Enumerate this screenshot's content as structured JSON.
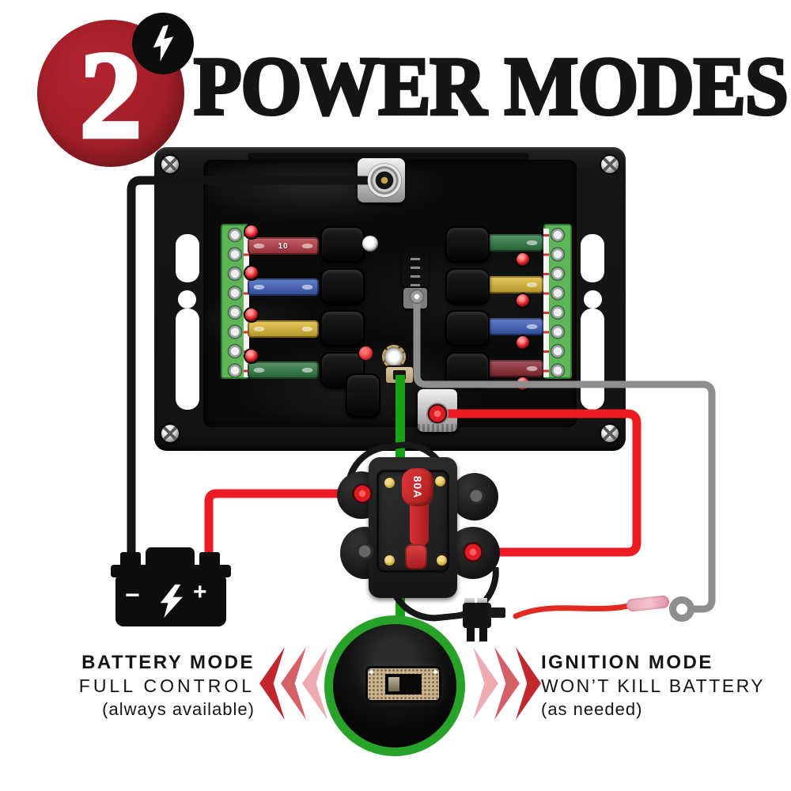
{
  "badge": {
    "number": "2"
  },
  "title": "POWER MODES",
  "fusebox": {
    "fuse_label": "10"
  },
  "breaker": {
    "rating": "80A"
  },
  "battery": {
    "minus": "−",
    "plus": "+"
  },
  "modes": {
    "battery": {
      "name": "BATTERY MODE",
      "subtitle": "FULL CONTROL",
      "note": "(always available)"
    },
    "ignition": {
      "name": "IGNITION MODE",
      "subtitle": "WON’T KILL BATTERY",
      "note": "(as needed)"
    }
  },
  "colors": {
    "badge_red": "#a41f29",
    "title_black": "#151515",
    "wire_red": "#ed1c24",
    "wire_black": "#141414",
    "wire_gray": "#8e8e8e",
    "wire_green": "#17a317",
    "ring_green": "#28a228",
    "chevron_dark": "#c1272d",
    "chevron_mid": "#d55f66",
    "chevron_light": "#eeacb0",
    "terminal_green": "#5fb659",
    "fuse_red": "#b93741",
    "fuse_blue": "#3b5fc0",
    "fuse_yellow": "#e3bc2f",
    "fuse_green": "#2b7a40"
  }
}
